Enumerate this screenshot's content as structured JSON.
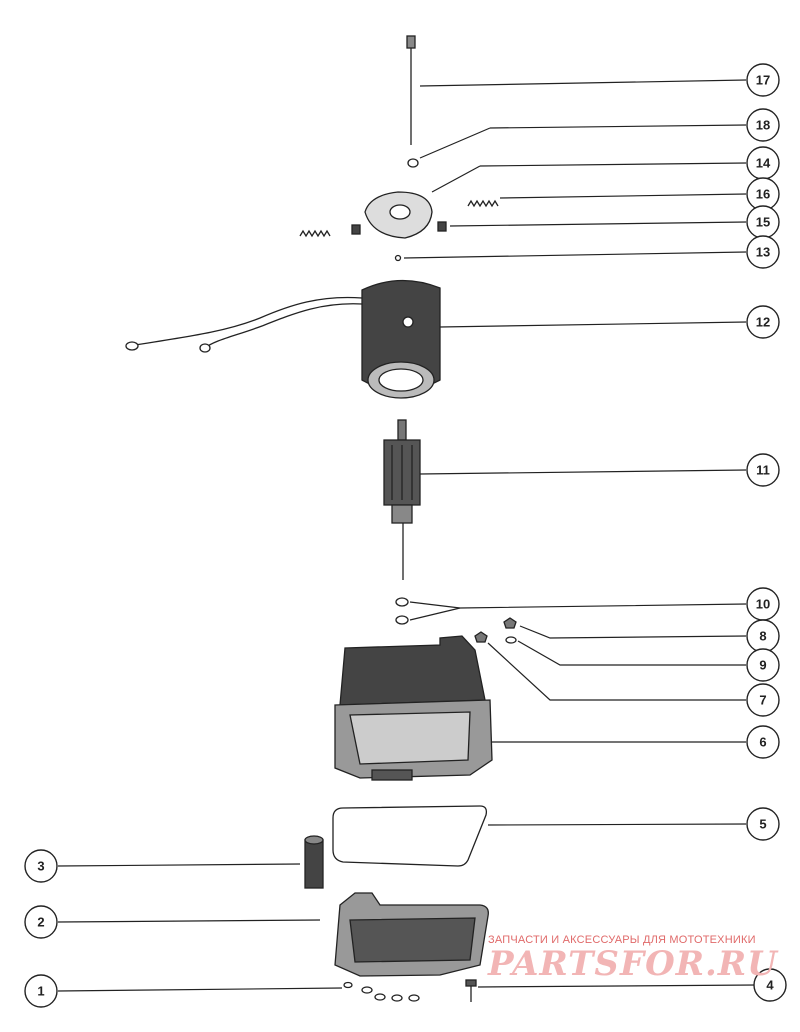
{
  "callouts": {
    "c1": "1",
    "c2": "2",
    "c3": "3",
    "c4": "4",
    "c5": "5",
    "c6": "6",
    "c7": "7",
    "c8": "8",
    "c9": "9",
    "c10": "10",
    "c11": "11",
    "c12": "12",
    "c13": "13",
    "c14": "14",
    "c15": "15",
    "c16": "16",
    "c17": "17",
    "c18": "18"
  },
  "watermark": {
    "tagline": "ЗАПЧАСТИ И АКСЕССУАРЫ ДЛЯ МОТОТЕХНИКИ",
    "logo": "PARTSFOR.RU"
  },
  "colors": {
    "ink": "#222222",
    "watermark_text": "#e06a6a",
    "watermark_logo": "#f2b5b5",
    "background": "#ffffff"
  }
}
